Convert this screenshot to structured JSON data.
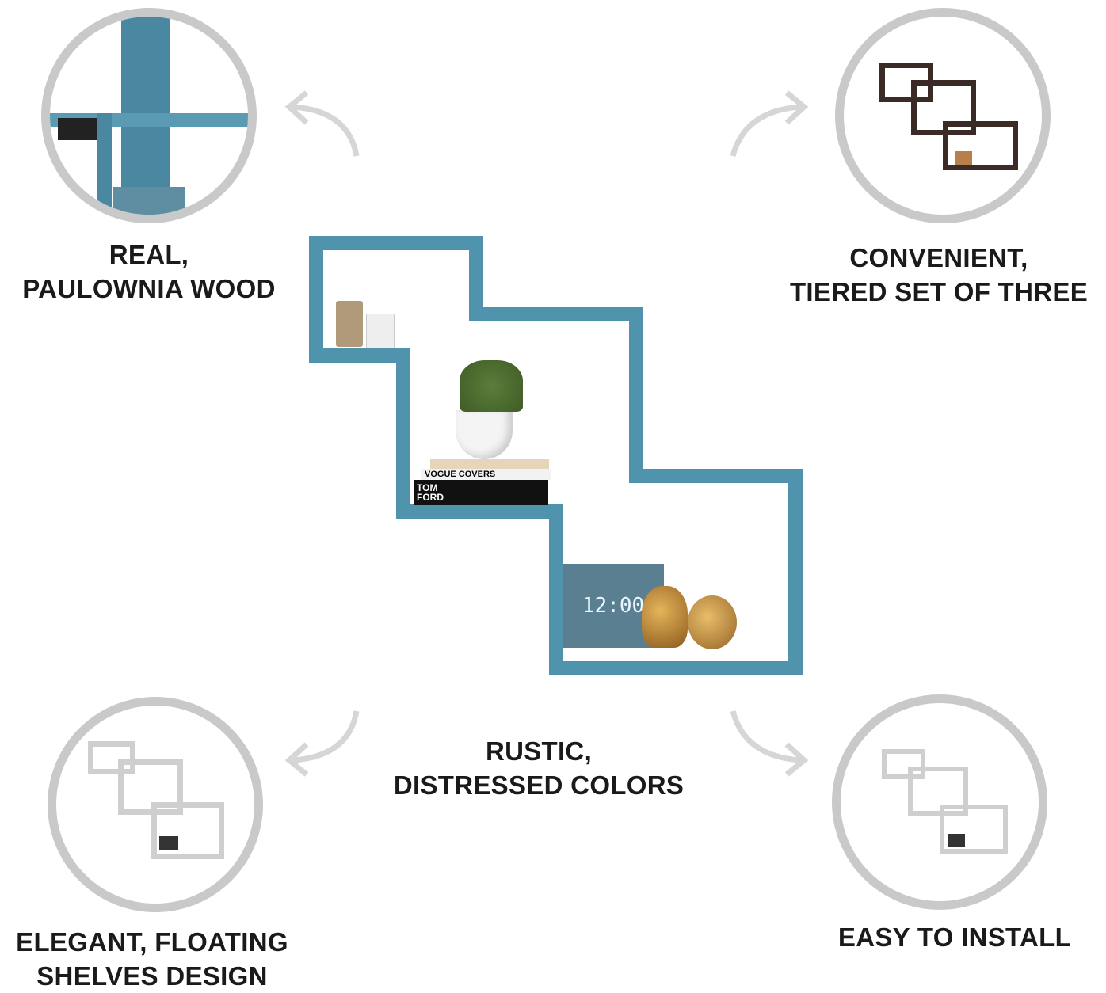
{
  "features": [
    {
      "label_line1": "REAL,",
      "label_line2": "PAULOWNIA WOOD"
    },
    {
      "label_line1": "CONVENIENT,",
      "label_line2": "TIERED SET OF THREE"
    },
    {
      "label_line1": "RUSTIC,",
      "label_line2": "DISTRESSED COLORS"
    },
    {
      "label_line1": "ELEGANT, FLOATING",
      "label_line2": "SHELVES DESIGN"
    },
    {
      "label_line1": "EASY TO INSTALL"
    }
  ],
  "product": {
    "book_top": "VOGUE COVERS",
    "book_bottom_line1": "TOM",
    "book_bottom_line2": "FORD",
    "clock": "12:00"
  },
  "colors": {
    "shelf": "#4f93ad",
    "ring": "#c9c9c9",
    "arrow": "#d6d6d6",
    "text": "#1a1a1a"
  }
}
